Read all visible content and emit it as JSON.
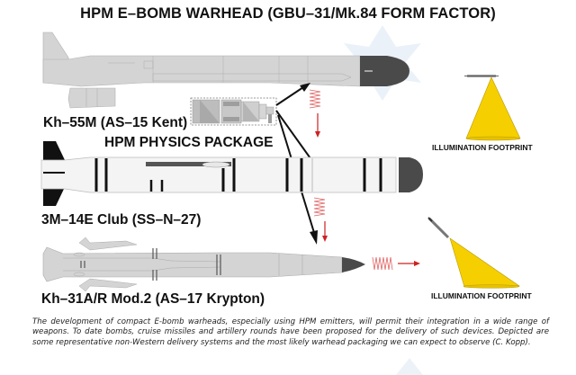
{
  "title": "HPM E–BOMB WARHEAD (GBU–31/Mk.84 FORM FACTOR)",
  "missiles": [
    {
      "name": "Kh–55M (AS–15 Kent)"
    },
    {
      "name": "3M–14E Club (SS–N–27)"
    },
    {
      "name": "Kh–31A/R Mod.2 (AS–17 Krypton)"
    }
  ],
  "physics_package_label": "HPM PHYSICS PACKAGE",
  "illumination_labels": [
    "ILLUMINATION FOOTPRINT",
    "ILLUMINATION FOOTPRINT"
  ],
  "caption": "The development of compact E-bomb warheads, especially using HPM emitters, will permit their integration in a wide range of weapons. To date bombs, cruise missiles and artillery rounds have been proposed for the delivery of such devices. Depicted are some representative non-Western delivery systems and the most likely warhead packaging we can expect to observe (C. Kopp).",
  "colors": {
    "missile_grey": "#d4d4d4",
    "missile_white": "#f4f4f4",
    "nose_dark": "#4a4a4a",
    "footprint_yellow": "#f5cf00",
    "emission_red": "#d9534f",
    "watermark": "#e8eef6"
  }
}
